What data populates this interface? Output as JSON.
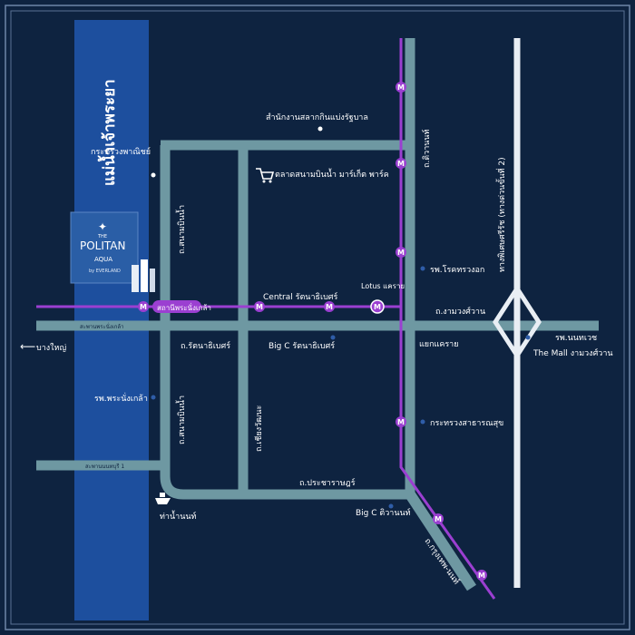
{
  "colors": {
    "background": "#0e2340",
    "frame": "#6f86a8",
    "river": "#1d4f9e",
    "road": "#6e98a2",
    "expressway": "#e9eef4",
    "metro_line": "#9b3fd1",
    "text": "#ffffff",
    "poi_dot": "#2f5da8"
  },
  "river": {
    "name": "แม่น้ำเจ้าพระยา"
  },
  "project": {
    "brand_top": "THE",
    "name": "POLITAN",
    "sub": "AQUA",
    "developer": "by EVERLAND"
  },
  "roads": {
    "sanambinnam_upper": "ถ.สนามบินน้ำ",
    "sanambinnam_lower": "ถ.สนามบินน้ำ",
    "rattanathibet": "ถ.รัตนาธิเบศร์",
    "chiangwattana": "ถ.เชียงวัฒนะ",
    "tiwanon": "ถ.ติวานนท์",
    "ngamwongwan": "ถ.งามวงศ์วาน",
    "prachachuen": "ถ.ประชาราษฎร์",
    "krungthep_nonthaburi": "ถ.กรุงเทพ-นนท์",
    "expressway": "ทางพิเศษศรีรัช (ทางด่วนขั้นที่ 2)",
    "bridge_phranangklao": "สะพานพระนั่งเกล้า",
    "bridge_nonthaburi1": "สะพานนนทบุรี 1"
  },
  "places": {
    "lottery_office": "สำนักงานสลากกินแบ่งรัฐบาล",
    "ministry_commerce": "กระทรวงพาณิชย์",
    "sanambinnam_market": "ตลาดสนามบินน้ำ มาร์เก็ต พาร์ค",
    "central_rattanathibet": "Central รัตนาธิเบศร์",
    "bigc_rattanathibet": "Big C รัตนาธิเบศร์",
    "lotus_khaerai": "Lotus แคราย",
    "khaerai_intersection": "แยกแคราย",
    "chest_hospital": "รพ.โรคทรวงอก",
    "nonthavej_hospital": "รพ.นนทเวช",
    "the_mall": "The Mall งามวงศ์วาน",
    "bang_yai": "บางใหญ่",
    "phranangklao_hospital": "รพ.พระนั่งเกล้า",
    "public_health_ministry": "กระทรวงสาธารณสุข",
    "nonthaburi_pier": "ท่าน้ำนนท์",
    "bigc_tiwanon": "Big C ติวานนท์",
    "station_phranangklao_bridge": "สถานีพระนั่งเกล้า"
  },
  "icons": {
    "metro": "metro-station-icon",
    "cart": "shopping-cart-icon",
    "boat": "boat-icon",
    "arrow": "arrow-left-icon",
    "dot": "poi-dot-icon"
  }
}
